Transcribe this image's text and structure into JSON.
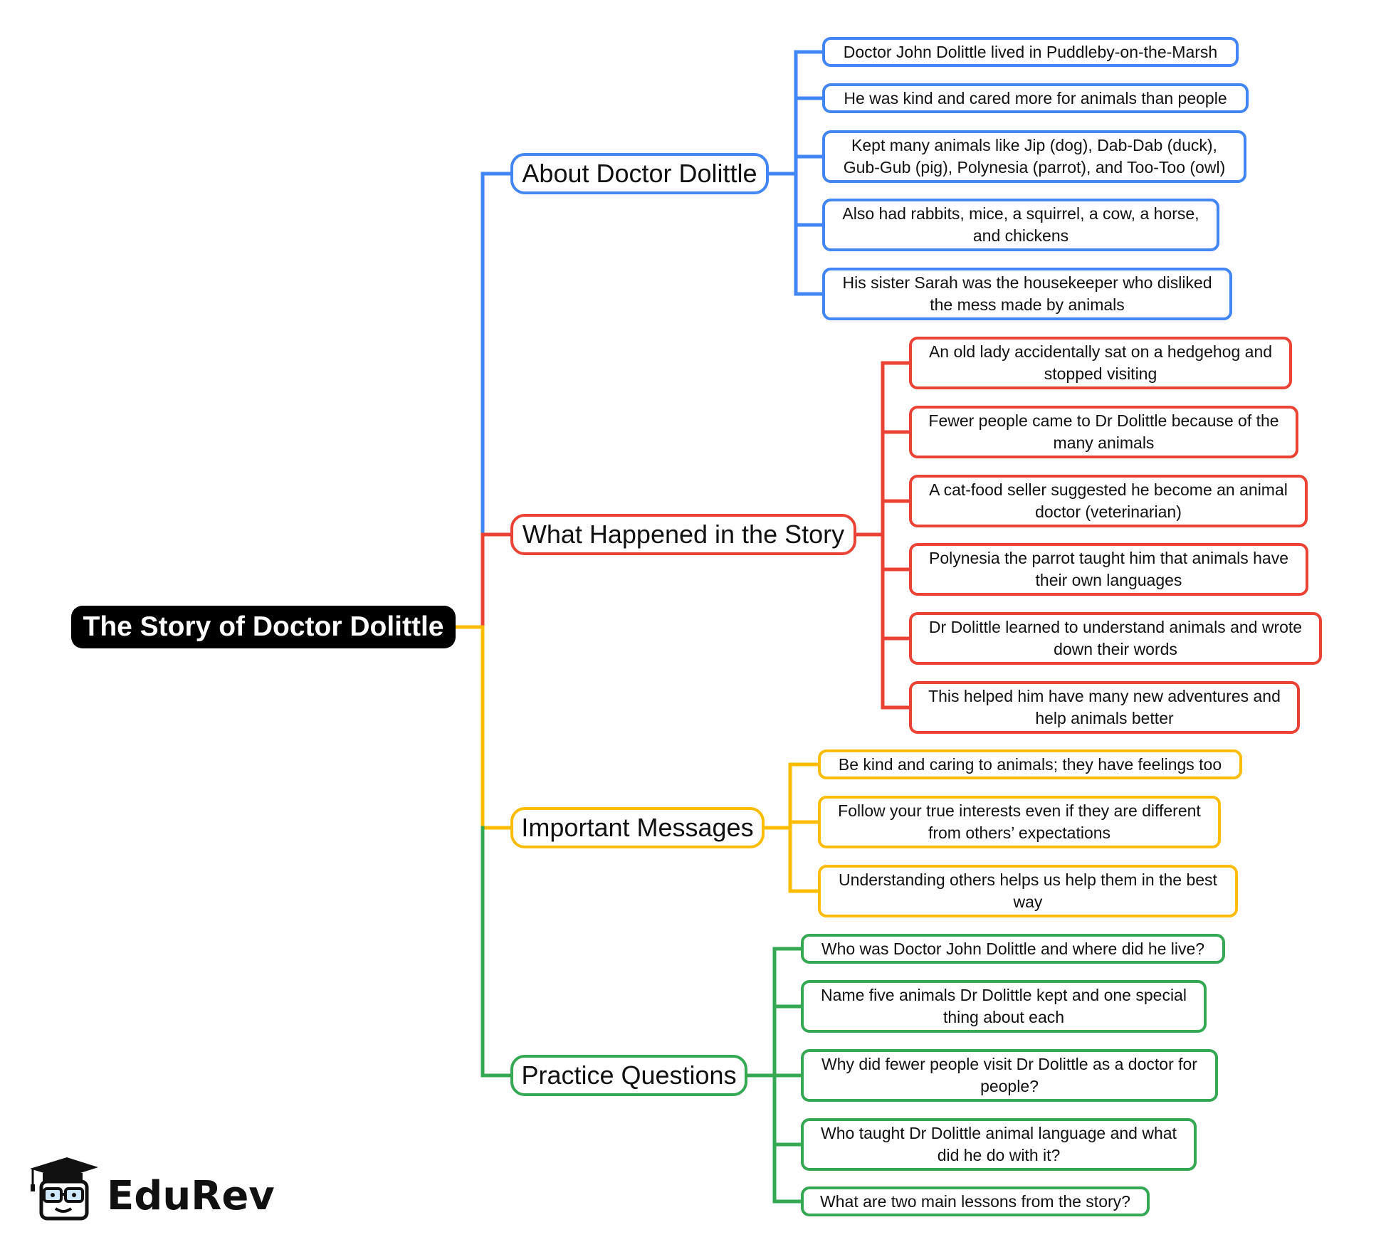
{
  "root": {
    "title": "The Story of Doctor Dolittle"
  },
  "colors": {
    "blue": "#4285f4",
    "red": "#ea4335",
    "yellow": "#fbbc05",
    "green": "#34a853"
  },
  "branches": [
    {
      "label": "About Doctor Dolittle",
      "color": "blue",
      "items": [
        "Doctor John Dolittle lived in Puddleby-on-the-Marsh",
        "He was kind and cared more for animals than people",
        "Kept many animals like Jip (dog), Dab-Dab (duck),\nGub-Gub (pig), Polynesia (parrot), and Too-Too (owl)",
        "Also had rabbits, mice, a squirrel, a cow, a horse,\nand chickens",
        "His sister Sarah was the housekeeper who disliked\nthe mess made by animals"
      ]
    },
    {
      "label": "What Happened in the Story",
      "color": "red",
      "items": [
        "An old lady accidentally sat on a hedgehog and\nstopped visiting",
        "Fewer people came to Dr Dolittle because of the\nmany animals",
        "A cat-food seller suggested he become an animal\ndoctor (veterinarian)",
        "Polynesia the parrot taught him that animals have\ntheir own languages",
        "Dr Dolittle learned to understand animals and wrote\ndown their words",
        "This helped him have many new adventures and\nhelp animals better"
      ]
    },
    {
      "label": "Important Messages",
      "color": "yellow",
      "items": [
        "Be kind and caring to animals; they have feelings too",
        "Follow your true interests even if they are different\nfrom others’ expectations",
        "Understanding others helps us help them in the best\nway"
      ]
    },
    {
      "label": "Practice Questions",
      "color": "green",
      "items": [
        "Who was Doctor John Dolittle and where did he live?",
        "Name five animals Dr Dolittle kept and one special\nthing about each",
        "Why did fewer people visit Dr Dolittle as a doctor for\npeople?",
        "Who taught Dr Dolittle animal language and what\ndid he do with it?",
        "What are two main lessons from the story?"
      ]
    }
  ],
  "logo": {
    "text": "EduRev",
    "icon": "graduation-cap-mascot-icon"
  }
}
